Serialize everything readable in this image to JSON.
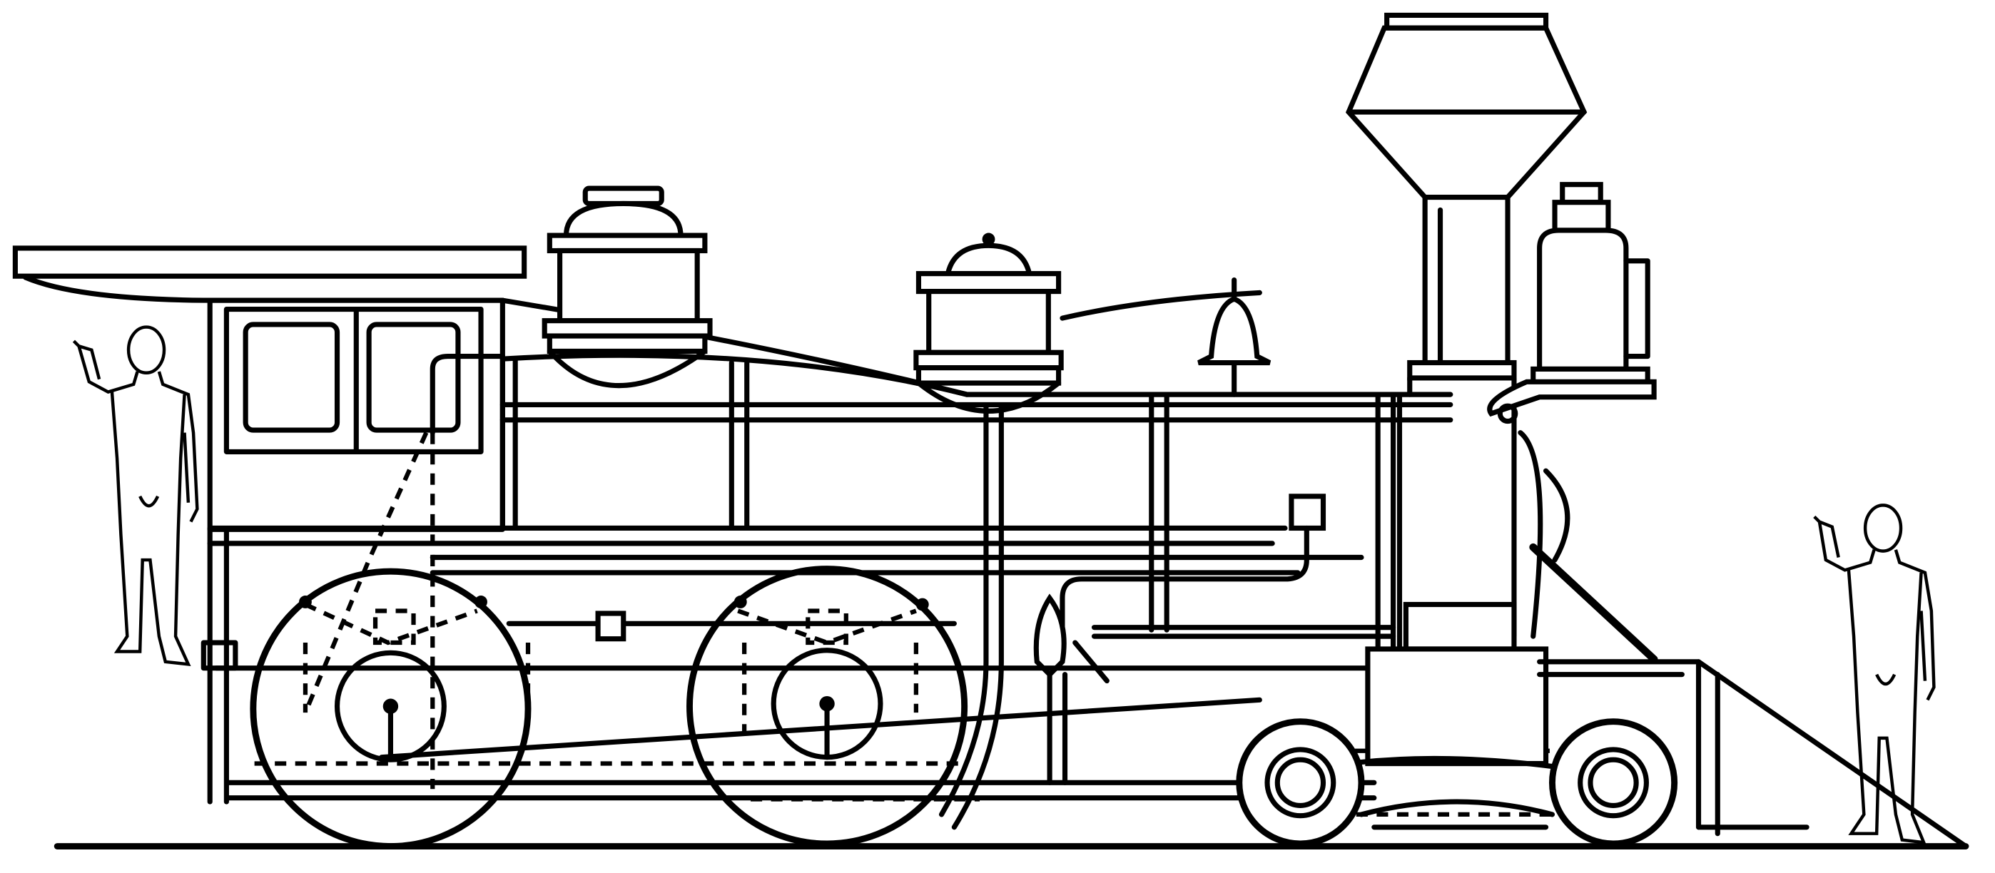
{
  "illustration": {
    "subject_icons": [
      "locomotive-drawing",
      "human-figure-left",
      "human-figure-right"
    ],
    "colors": {
      "ink": "#000000",
      "paper": "#ffffff"
    }
  }
}
